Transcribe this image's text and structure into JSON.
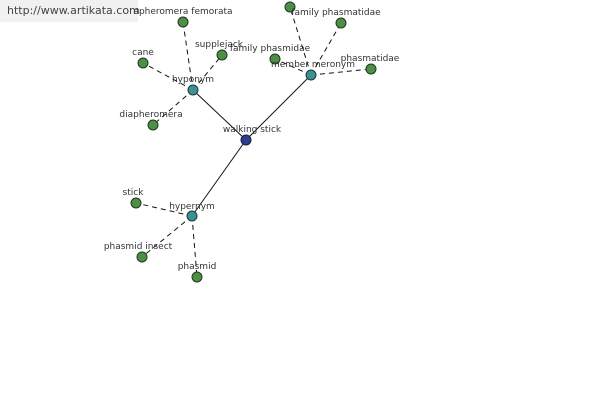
{
  "watermark": "http://www.artikata.com",
  "colors": {
    "center": "#2f3f8f",
    "hub": "#3f9090",
    "leaf": "#4d8f48"
  },
  "nodes": {
    "center": "walking stick",
    "hyponym": "hyponym",
    "member_meronym": "member meronym",
    "hypernym": "hypernym",
    "apheromera_femorata": "apheromera femorata",
    "supplejack": "supplejack",
    "cane": "cane",
    "diapheromera": "diapheromera",
    "family_phasmatidae": "family phasmatidae",
    "family_phasmidae": "family phasmidae",
    "phasmatidae": "phasmatidae",
    "stick": "stick",
    "phasmid_insect": "phasmid insect",
    "phasmid": "phasmid"
  }
}
